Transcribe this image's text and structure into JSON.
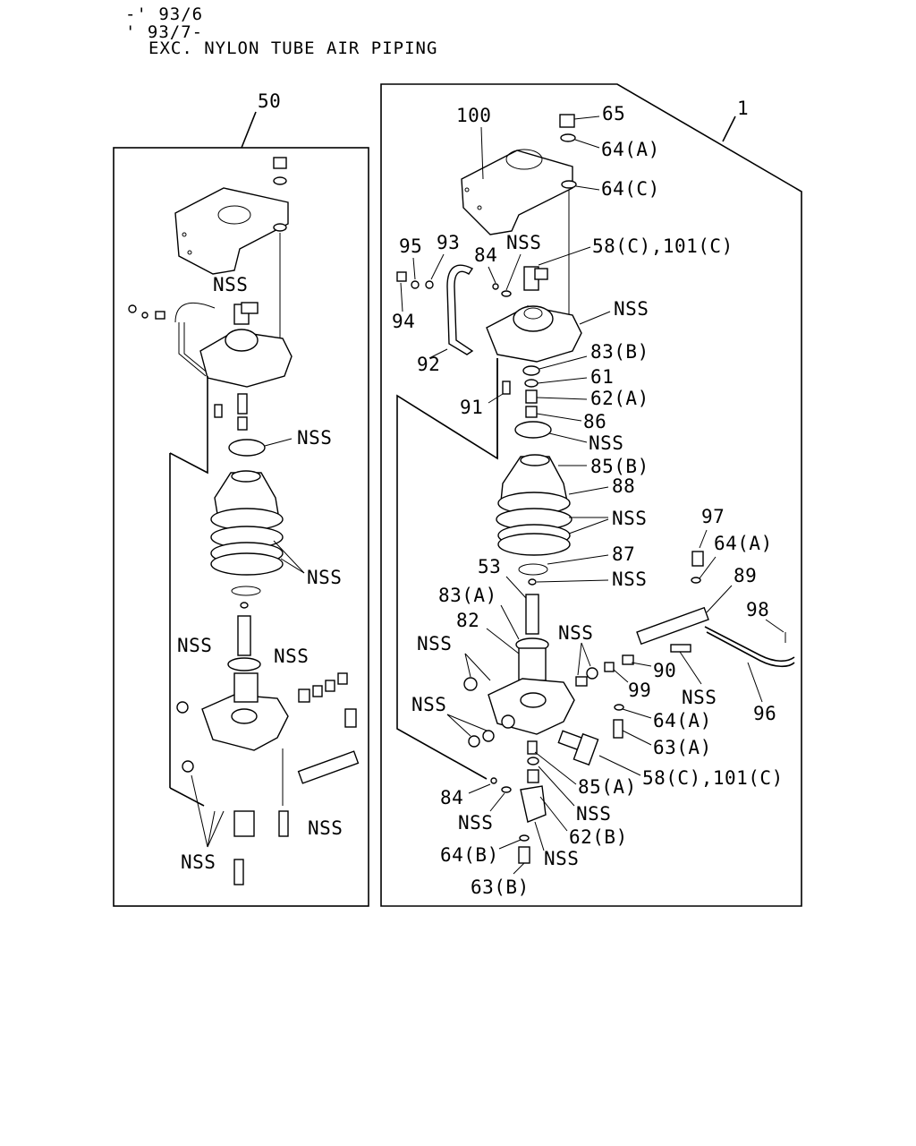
{
  "header": {
    "line1": "-' 93/6",
    "line2": "' 93/7-",
    "line3": "EXC. NYLON TUBE AIR PIPING"
  },
  "left_panel": {
    "label": "50",
    "nss_labels": [
      "NSS",
      "NSS",
      "NSS",
      "NSS",
      "NSS",
      "NSS",
      "NSS"
    ]
  },
  "right_panel": {
    "label": "1",
    "callouts": {
      "c100": "100",
      "c65": "65",
      "c64a_top": "64(A)",
      "c64c": "64(C)",
      "c95": "95",
      "c93": "93",
      "c84_top": "84",
      "nss_top": "NSS",
      "c58c_top": "58(C),101(C)",
      "c94": "94",
      "nss_cover": "NSS",
      "c92": "92",
      "c83b": "83(B)",
      "c61": "61",
      "c62a": "62(A)",
      "c91": "91",
      "c86": "86",
      "nss_ring": "NSS",
      "c85b": "85(B)",
      "c88": "88",
      "nss_diaph": "NSS",
      "c87": "87",
      "c97": "97",
      "c64a_mid": "64(A)",
      "c53": "53",
      "nss_53": "NSS",
      "c89": "89",
      "c83a": "83(A)",
      "c98": "98",
      "c82": "82",
      "nss_left": "NSS",
      "nss_right": "NSS",
      "c90": "90",
      "c99": "99",
      "nss_90": "NSS",
      "c96": "96",
      "nss_lower": "NSS",
      "c64a_low": "64(A)",
      "c63a": "63(A)",
      "c58c_low": "58(C),101(C)",
      "c85a": "85(A)",
      "c84_low": "84",
      "nss_bot1": "NSS",
      "nss_bot2": "NSS",
      "c62b": "62(B)",
      "c64b": "64(B)",
      "nss_bot3": "NSS",
      "c63b": "63(B)"
    }
  }
}
